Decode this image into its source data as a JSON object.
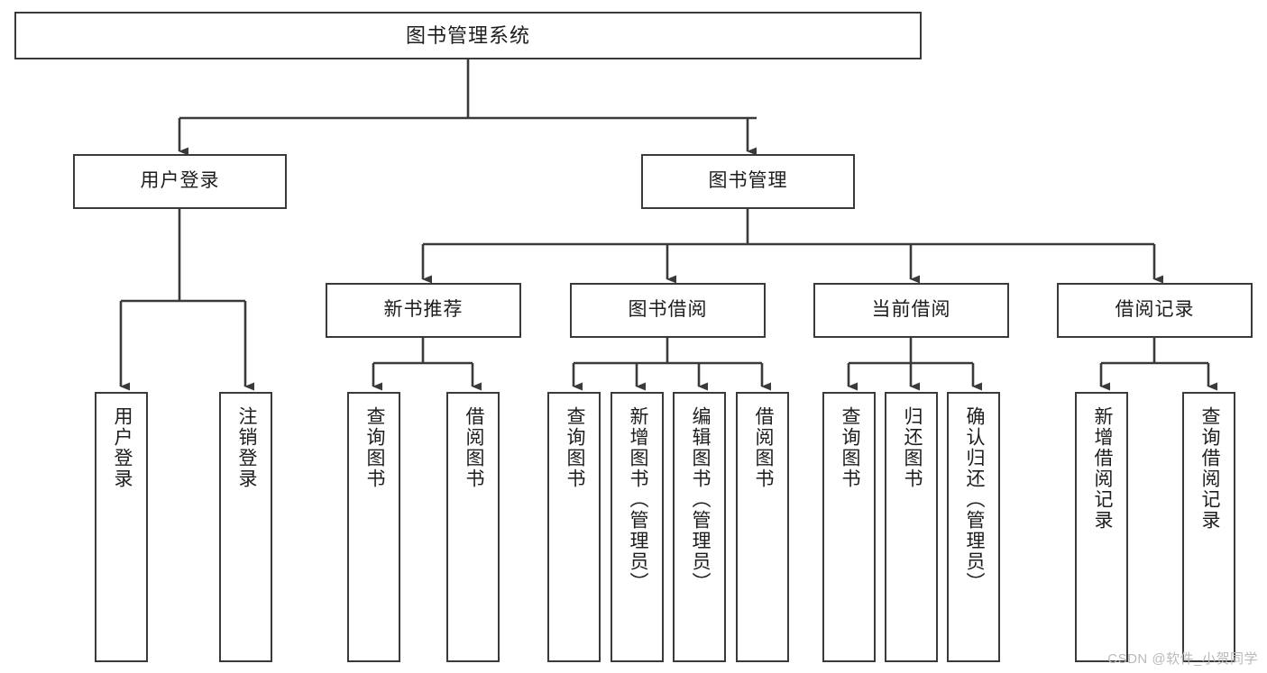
{
  "diagram": {
    "title": "图书管理系统",
    "type": "tree",
    "colors": {
      "box_border": "#3a3a3a",
      "box_fill": "#ffffff",
      "edge": "#3a3a3a",
      "text": "#1d1d1d",
      "watermark": "#b9b9b9",
      "background": "#ffffff"
    },
    "root": {
      "label": "图书管理系统"
    },
    "level2": [
      {
        "label": "用户登录"
      },
      {
        "label": "图书管理"
      }
    ],
    "level3": [
      {
        "label": "新书推荐"
      },
      {
        "label": "图书借阅"
      },
      {
        "label": "当前借阅"
      },
      {
        "label": "借阅记录"
      }
    ],
    "leaves": [
      {
        "label": "用户登录"
      },
      {
        "label": "注销登录"
      },
      {
        "label": "查询图书"
      },
      {
        "label": "借阅图书"
      },
      {
        "label": "查询图书"
      },
      {
        "label": "新增图书（管理员）"
      },
      {
        "label": "编辑图书（管理员）"
      },
      {
        "label": "借阅图书"
      },
      {
        "label": "查询图书"
      },
      {
        "label": "归还图书"
      },
      {
        "label": "确认归还（管理员）"
      },
      {
        "label": "新增借阅记录"
      },
      {
        "label": "查询借阅记录"
      }
    ]
  },
  "watermark": {
    "text": "CSDN @软件_小贺同学"
  }
}
